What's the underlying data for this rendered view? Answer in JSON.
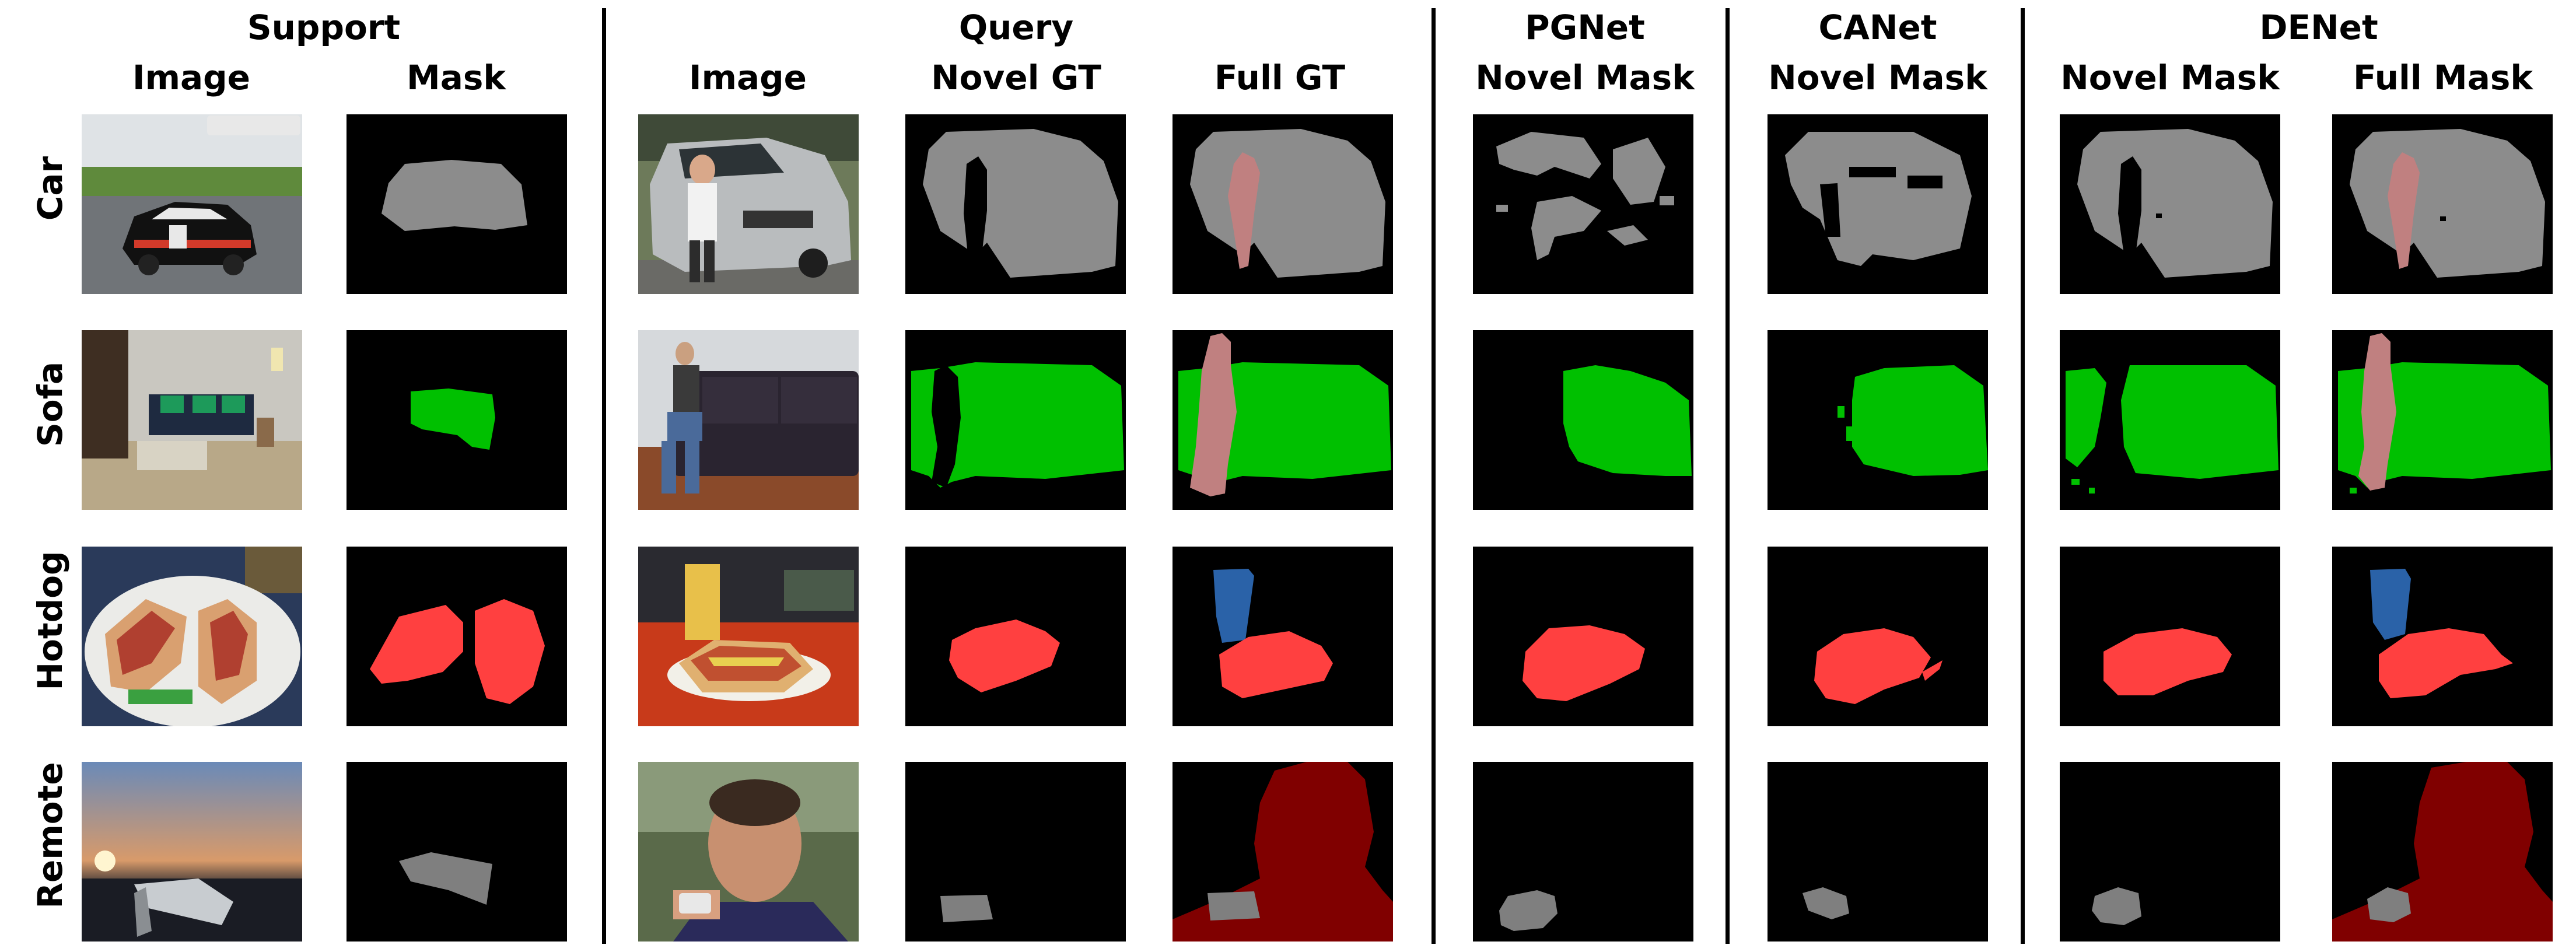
{
  "groups": {
    "support": "Support",
    "query": "Query",
    "pgnet": "PGNet",
    "canet": "CANet",
    "denet": "DENet"
  },
  "columns": {
    "support_image": "Image",
    "support_mask": "Mask",
    "query_image": "Image",
    "query_novel_gt": "Novel GT",
    "query_full_gt": "Full GT",
    "pgnet_novel_mask": "Novel Mask",
    "canet_novel_mask": "Novel Mask",
    "denet_novel_mask": "Novel Mask",
    "denet_full_mask": "Full Mask"
  },
  "rows": [
    "Car",
    "Sofa",
    "Hotdog",
    "Remote"
  ],
  "colors": {
    "background": "#000000",
    "car": "#8c8c8c",
    "sofa": "#00c000",
    "hotdog": "#ff4040",
    "remote": "#7f7f7f",
    "person": "#c08080",
    "cup": "#2a62a8",
    "person_dark": "#800000"
  }
}
